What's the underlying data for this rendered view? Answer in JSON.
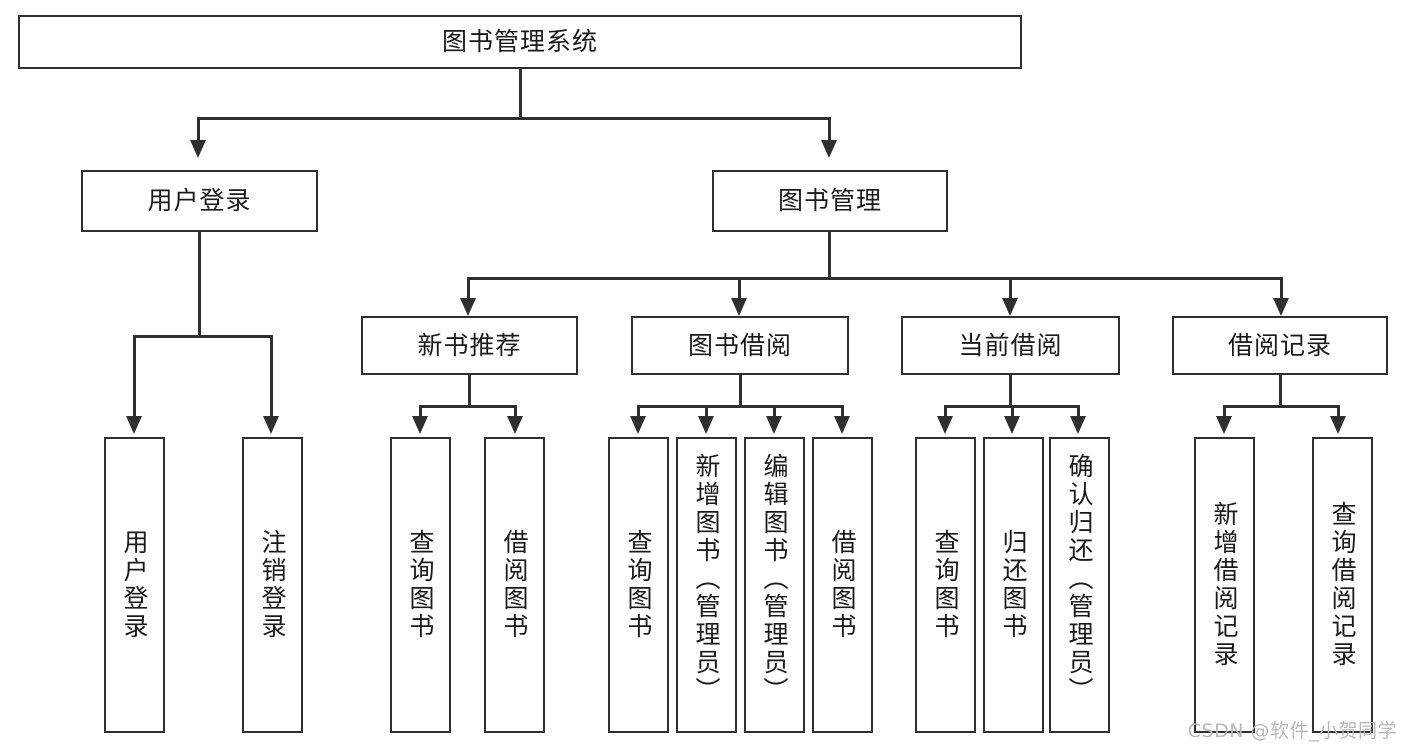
{
  "diagram": {
    "title": "图书管理系统",
    "type": "hierarchy-tree",
    "root": {
      "label": "图书管理系统"
    },
    "level2": [
      {
        "label": "用户登录"
      },
      {
        "label": "图书管理"
      }
    ],
    "level3": [
      {
        "label": "新书推荐"
      },
      {
        "label": "图书借阅"
      },
      {
        "label": "当前借阅"
      },
      {
        "label": "借阅记录"
      }
    ],
    "leaves": {
      "user_login": [
        {
          "label": "用户登录"
        },
        {
          "label": "注销登录"
        }
      ],
      "new_book_recommend": [
        {
          "label": "查询图书"
        },
        {
          "label": "借阅图书"
        }
      ],
      "book_borrow": [
        {
          "label": "查询图书"
        },
        {
          "label": "新增图书（管理员）"
        },
        {
          "label": "编辑图书（管理员）"
        },
        {
          "label": "借阅图书"
        }
      ],
      "current_borrow": [
        {
          "label": "查询图书"
        },
        {
          "label": "归还图书"
        },
        {
          "label": "确认归还（管理员）"
        }
      ],
      "borrow_record": [
        {
          "label": "新增借阅记录"
        },
        {
          "label": "查询借阅记录"
        }
      ]
    }
  },
  "watermark": {
    "text": "CSDN @软件_小贺同学"
  },
  "colors": {
    "stroke": "#2f2f2f",
    "background": "#ffffff",
    "text": "#1a1a1a",
    "watermark": "#b8b8b8"
  }
}
